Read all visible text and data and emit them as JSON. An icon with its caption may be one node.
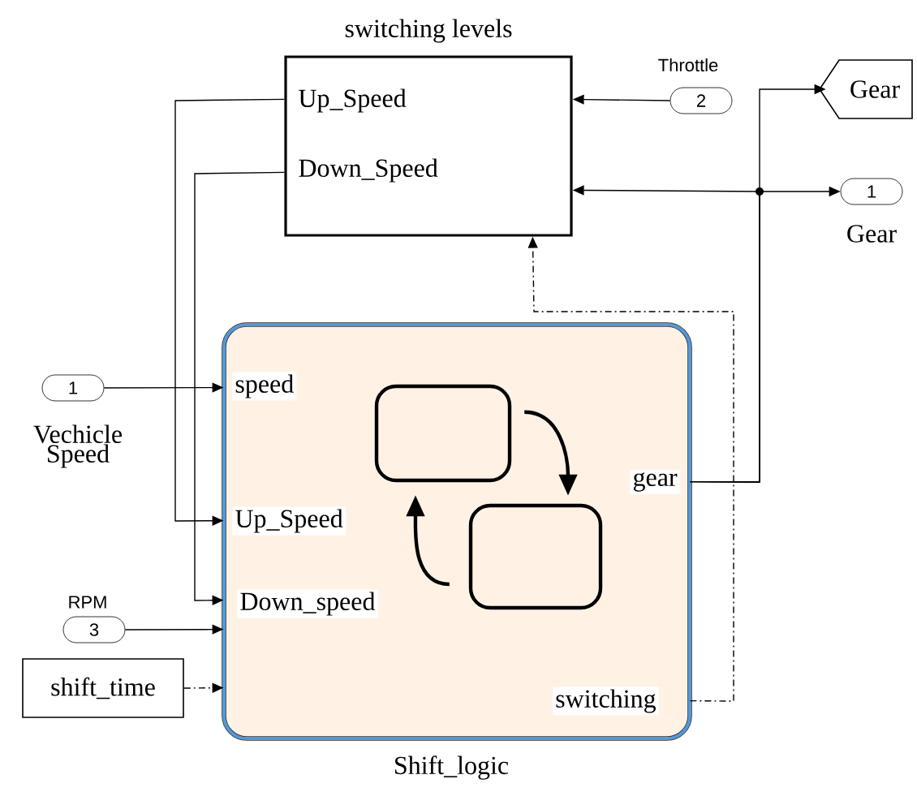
{
  "diagram": {
    "nodes": [
      {
        "text": [
          "switching levels",
          "Up_Speed",
          "Down_Speed"
        ]
      },
      {
        "text": [
          "2"
        ],
        "beside": [
          "Throttle"
        ]
      },
      {
        "text": [
          "Gear"
        ]
      },
      {
        "text": [
          "1"
        ],
        "beside": [
          "Gear"
        ]
      },
      {
        "text": [
          "speed",
          "Up_Speed",
          "Down_speed",
          "gear",
          "switching"
        ],
        "beside": [
          "Shift_logic"
        ]
      },
      {
        "text": [],
        "shape": "box",
        "in": 4
      },
      {
        "text": [],
        "shape": "box",
        "in": 4
      },
      {
        "text": [
          "1"
        ],
        "beside": [
          "Vechicle Speed"
        ]
      },
      {
        "text": [
          "3"
        ],
        "beside": [
          "RPM"
        ]
      },
      {
        "text": [
          "shift_time"
        ]
      }
    ],
    "edges": [
      {
        "from": 1,
        "to": 0,
        "arrow": "to"
      },
      {
        "from": 4,
        "to": 0,
        "arrow": "to"
      },
      {
        "from": 4,
        "to": 2,
        "arrow": "to"
      },
      {
        "from": 4,
        "to": 3,
        "arrow": "to"
      },
      {
        "from": 0,
        "to": 4,
        "arrow": "to"
      },
      {
        "from": 0,
        "to": 4,
        "arrow": "to"
      },
      {
        "from": 7,
        "to": 4,
        "arrow": "to"
      },
      {
        "from": 8,
        "to": 4,
        "arrow": "to"
      },
      {
        "from": 9,
        "to": 4,
        "arrow": "to",
        "style": "dashed"
      },
      {
        "from": 4,
        "to": 0,
        "arrow": "to",
        "style": "dashed"
      },
      {
        "from": 5,
        "to": 6,
        "arrow": "to",
        "style": "thick"
      },
      {
        "from": 6,
        "to": 5,
        "arrow": "to",
        "style": "thick"
      }
    ]
  }
}
